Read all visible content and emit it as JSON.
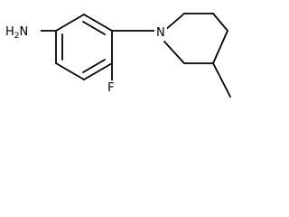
{
  "molecule": {
    "atoms": {
      "amine": "H2N",
      "amine_prefix": "H",
      "amine_subscript": "2",
      "amine_suffix": "N",
      "fluoro": "F",
      "ring_nitrogen": "N"
    }
  }
}
